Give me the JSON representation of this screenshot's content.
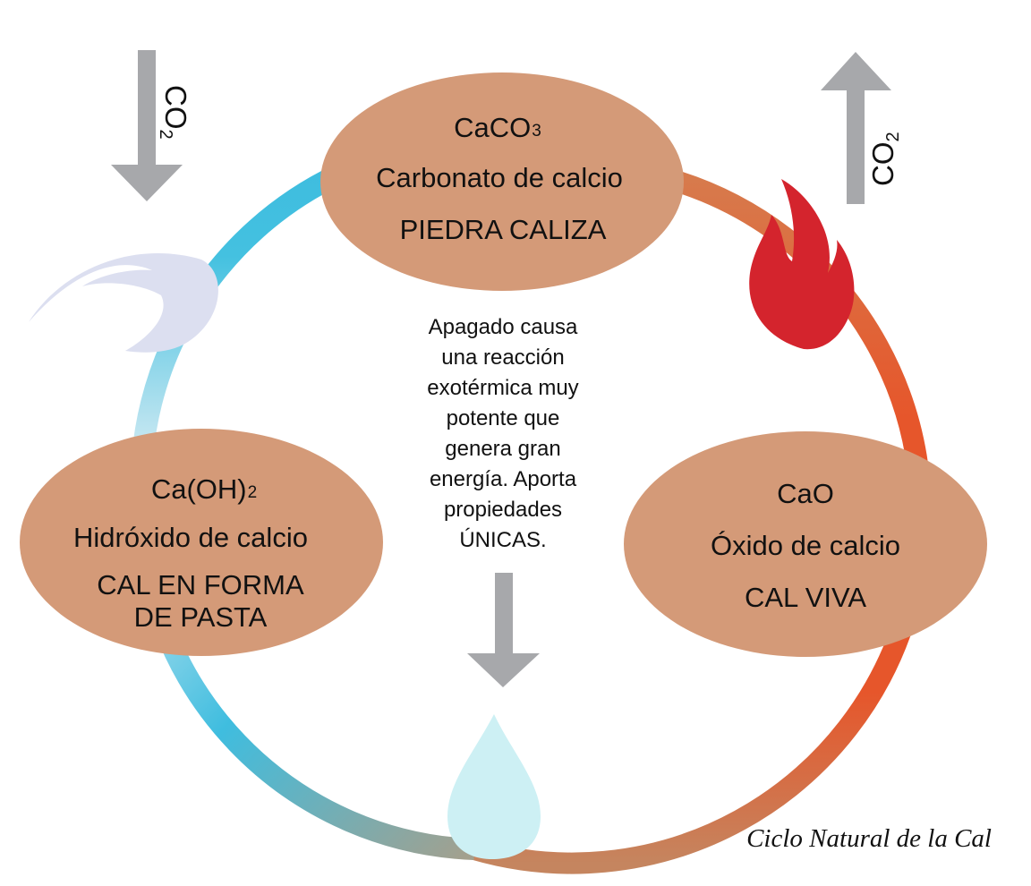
{
  "nodes": {
    "top": {
      "formula_base": "CaCO",
      "formula_sub": "3",
      "name": "Carbonato de calcio",
      "common": "PIEDRA CALIZA"
    },
    "right": {
      "formula": "CaO",
      "name": "Óxido de calcio",
      "common": "CAL VIVA"
    },
    "left": {
      "formula_base": "Ca(OH)",
      "formula_sub": "2",
      "name": "Hidróxido de calcio",
      "common_line1": "CAL EN FORMA",
      "common_line2": "DE PASTA"
    }
  },
  "center_text": {
    "lines": [
      "Apagado causa",
      "una reacción",
      "exotérmica muy",
      "potente que",
      "genera gran",
      "energía. Aporta",
      "propiedades",
      "ÚNICAS."
    ]
  },
  "arrows": {
    "co2_in": {
      "base": "CO",
      "sub": "2",
      "direction": "down"
    },
    "co2_out": {
      "base": "CO",
      "sub": "2",
      "direction": "up"
    },
    "water_in": {
      "direction": "down"
    }
  },
  "icons": {
    "air": "air-gust-icon",
    "fire": "flame-icon",
    "water": "water-drop-icon"
  },
  "caption": "Ciclo Natural de la Cal",
  "colors": {
    "node_fill": "#d49a78",
    "arrow_gray": "#a7a8ab",
    "cycle_blue": "#3fbddf",
    "cycle_light_blue": "#d6eef5",
    "cycle_orange": "#e6562b",
    "cycle_brown": "#c5855f",
    "flame_red": "#d4242d",
    "air_lavender": "#dcdff0",
    "drop_cyan": "#cdf0f4"
  }
}
